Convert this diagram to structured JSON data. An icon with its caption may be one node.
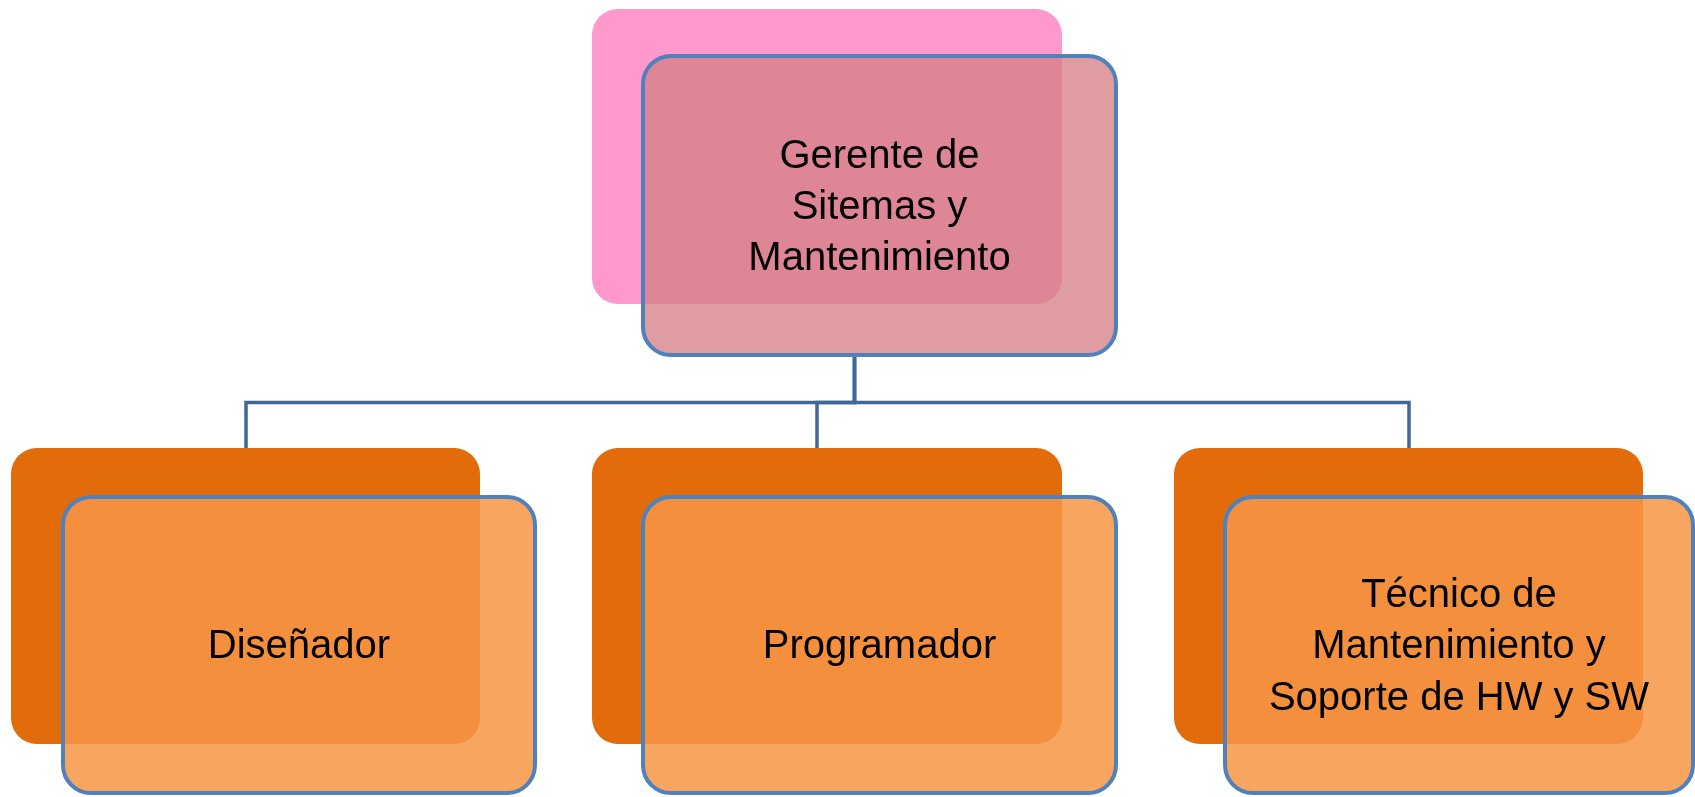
{
  "diagram": {
    "nodes": [
      {
        "text": [
          "Gerente de Sitemas y Mantenimiento"
        ]
      },
      {
        "text": [
          "Diseñador"
        ]
      },
      {
        "text": [
          "Programador"
        ]
      },
      {
        "text": [
          "Técnico de Mantenimiento y Soporte de HW y SW"
        ]
      }
    ],
    "edges": [
      {
        "from": 0,
        "to": 1,
        "arrow": "none"
      },
      {
        "from": 0,
        "to": 2,
        "arrow": "none"
      },
      {
        "from": 0,
        "to": 3,
        "arrow": "none"
      }
    ]
  }
}
